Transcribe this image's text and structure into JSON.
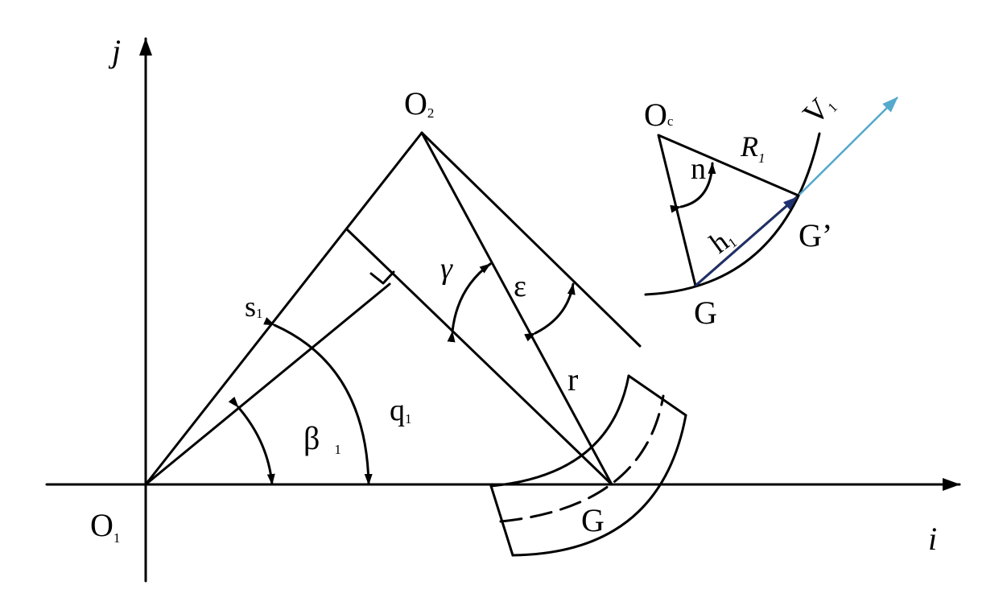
{
  "labels": {
    "axis_j": "j",
    "axis_i": "i",
    "origin_o1": "O",
    "origin_o1_sub": "1",
    "point_o2": "O",
    "point_o2_sub": "2",
    "point_oc": "O",
    "point_oc_sub": "c",
    "s1": "s",
    "s1_sub": "1",
    "gamma": "γ",
    "epsilon": "ε",
    "r": "r",
    "q1": "q",
    "q1_sub": "1",
    "beta1": "β",
    "beta1_sub": "1",
    "g_bottom": "G",
    "n": "n",
    "R1": "R",
    "R1_sub": "1",
    "v1": "V",
    "v1_sub": "1",
    "h1": "h",
    "h1_sub": "1",
    "g_prime": "G’",
    "g_inset": "G"
  },
  "colors": {
    "line": "#000000",
    "h1_vector": "#1f3170",
    "v1_vector": "#55a9cc",
    "background": "#ffffff"
  },
  "icons": {
    "right_angle": "right-angle-marker",
    "arrowheads": "filled-triangle-arrowhead"
  }
}
